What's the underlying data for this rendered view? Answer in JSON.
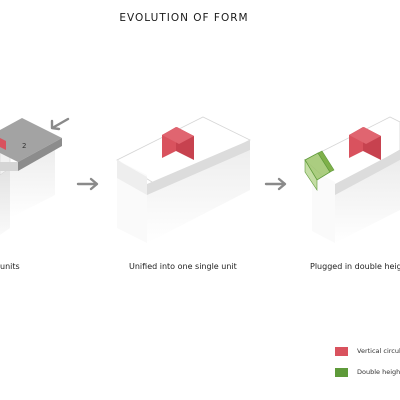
{
  "title": "EVOLUTION OF FORM",
  "stage1": {
    "caption": "units",
    "unit_number": "2"
  },
  "stage2": {
    "caption": "Unified into one single unit"
  },
  "stage3": {
    "caption": "Plugged in double height"
  },
  "legend": [
    {
      "label": "Vertical circul",
      "color": "#d9525e"
    },
    {
      "label": "Double heigh",
      "color": "#5e9a3a"
    }
  ],
  "colors": {
    "vertical_circulation": "#d9525e",
    "double_height": "#7fb04a",
    "unit_gray": "#9b9b9b",
    "arrow": "#8a8a8a"
  }
}
